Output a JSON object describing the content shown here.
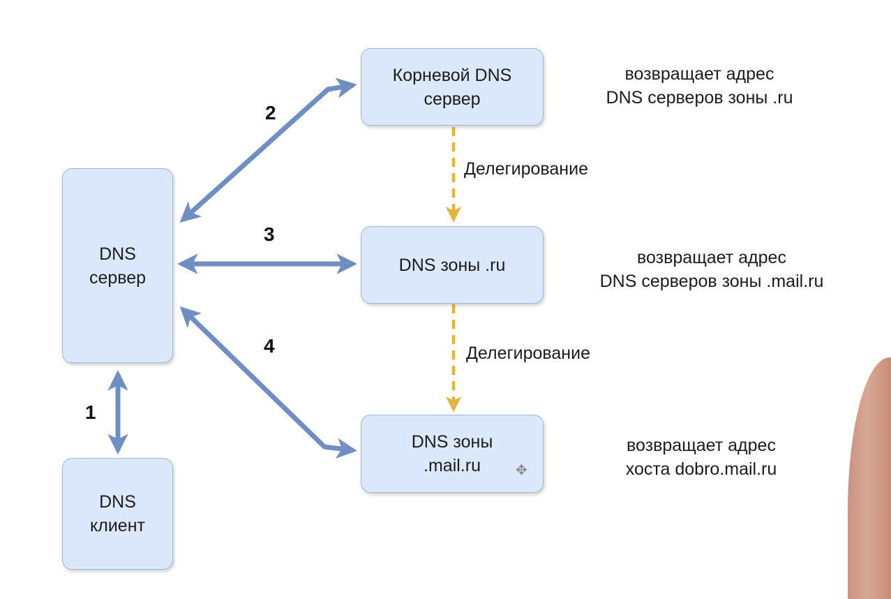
{
  "nodes": {
    "dns_server": "DNS\nсервер",
    "dns_client": "DNS\nклиент",
    "root_server": "Корневой DNS\nсервер",
    "zone_ru": "DNS зоны .ru",
    "zone_mail": "DNS зоны\n.mail.ru"
  },
  "notes": {
    "root": "возвращает адрес\nDNS серверов зоны .ru",
    "ru": "возвращает адрес\nDNS серверов зоны .mail.ru",
    "mail": "возвращает адрес\nхоста dobro.mail.ru"
  },
  "steps": {
    "s1": "1",
    "s2": "2",
    "s3": "3",
    "s4": "4"
  },
  "delegation": {
    "d1": "Делегирование",
    "d2": "Делегирование"
  },
  "cursor_glyph": "✥",
  "colors": {
    "box_fill": "#dbe8fb",
    "box_border": "#9fb6d6",
    "query_arrow": "#6f8fc2",
    "delegation_arrow": "#e0b542"
  }
}
